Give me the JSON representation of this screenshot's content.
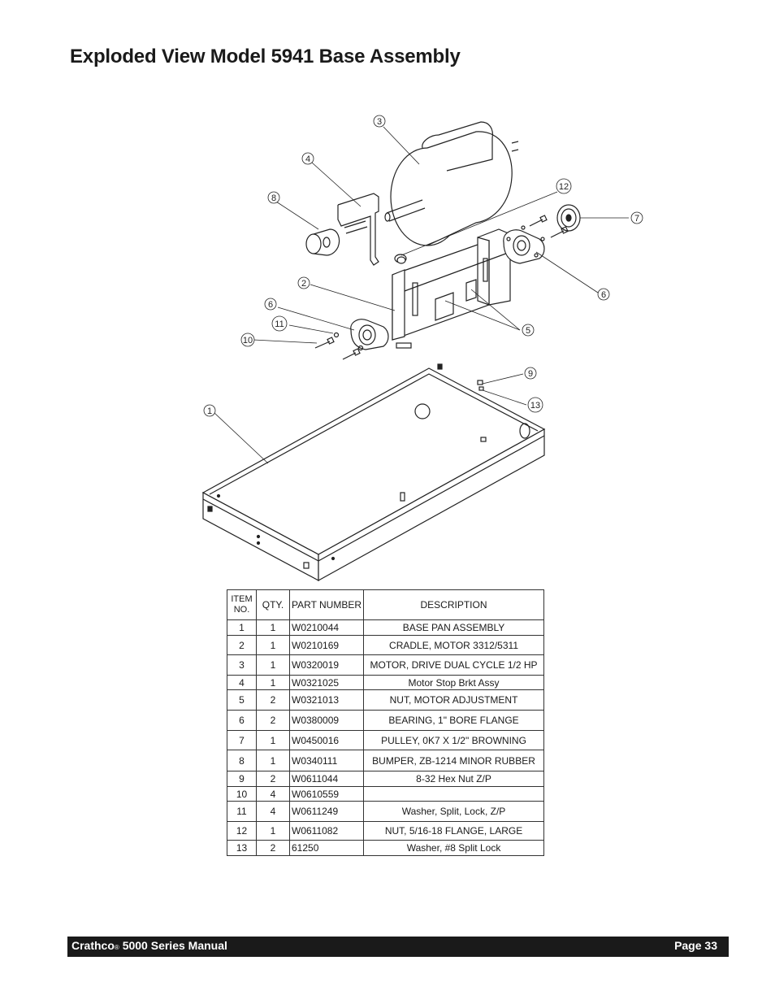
{
  "page": {
    "title": "Exploded View Model 5941 Base Assembly"
  },
  "drawing": {
    "callouts": [
      "1",
      "2",
      "3",
      "4",
      "5",
      "6",
      "6",
      "7",
      "8",
      "9",
      "10",
      "11",
      "12",
      "13"
    ]
  },
  "table": {
    "headers": {
      "item_line1": "ITEM",
      "item_line2": "NO.",
      "qty": "QTY.",
      "part_number": "PART NUMBER",
      "description": "DESCRIPTION"
    },
    "rows": [
      {
        "item": "1",
        "qty": "1",
        "part_number": "W0210044",
        "description": "BASE PAN ASSEMBLY"
      },
      {
        "item": "2",
        "qty": "1",
        "part_number": "W0210169",
        "description": "CRADLE, MOTOR 3312/5311"
      },
      {
        "item": "3",
        "qty": "1",
        "part_number": "W0320019",
        "description": "MOTOR, DRIVE DUAL CYCLE 1/2 HP"
      },
      {
        "item": "4",
        "qty": "1",
        "part_number": "W0321025",
        "description": "Motor Stop Brkt Assy"
      },
      {
        "item": "5",
        "qty": "2",
        "part_number": "W0321013",
        "description": "NUT, MOTOR ADJUSTMENT"
      },
      {
        "item": "6",
        "qty": "2",
        "part_number": "W0380009",
        "description": "BEARING, 1\" BORE FLANGE"
      },
      {
        "item": "7",
        "qty": "1",
        "part_number": "W0450016",
        "description": "PULLEY, 0K7 X 1/2\" BROWNING"
      },
      {
        "item": "8",
        "qty": "1",
        "part_number": "W0340111",
        "description": "BUMPER, ZB-1214 MINOR RUBBER"
      },
      {
        "item": "9",
        "qty": "2",
        "part_number": "W0611044",
        "description": "8-32 Hex Nut Z/P"
      },
      {
        "item": "10",
        "qty": "4",
        "part_number": "W0610559",
        "description": ""
      },
      {
        "item": "11",
        "qty": "4",
        "part_number": "W0611249",
        "description": "Washer, Split, Lock, Z/P"
      },
      {
        "item": "12",
        "qty": "1",
        "part_number": "W0611082",
        "description": "NUT, 5/16-18 FLANGE, LARGE"
      },
      {
        "item": "13",
        "qty": "2",
        "part_number": "61250",
        "description": "Washer, #8 Split Lock"
      }
    ]
  },
  "footer": {
    "brand": "Crathco",
    "registered": "®",
    "manual": " 5000 Series Manual",
    "page": "Page 33"
  }
}
